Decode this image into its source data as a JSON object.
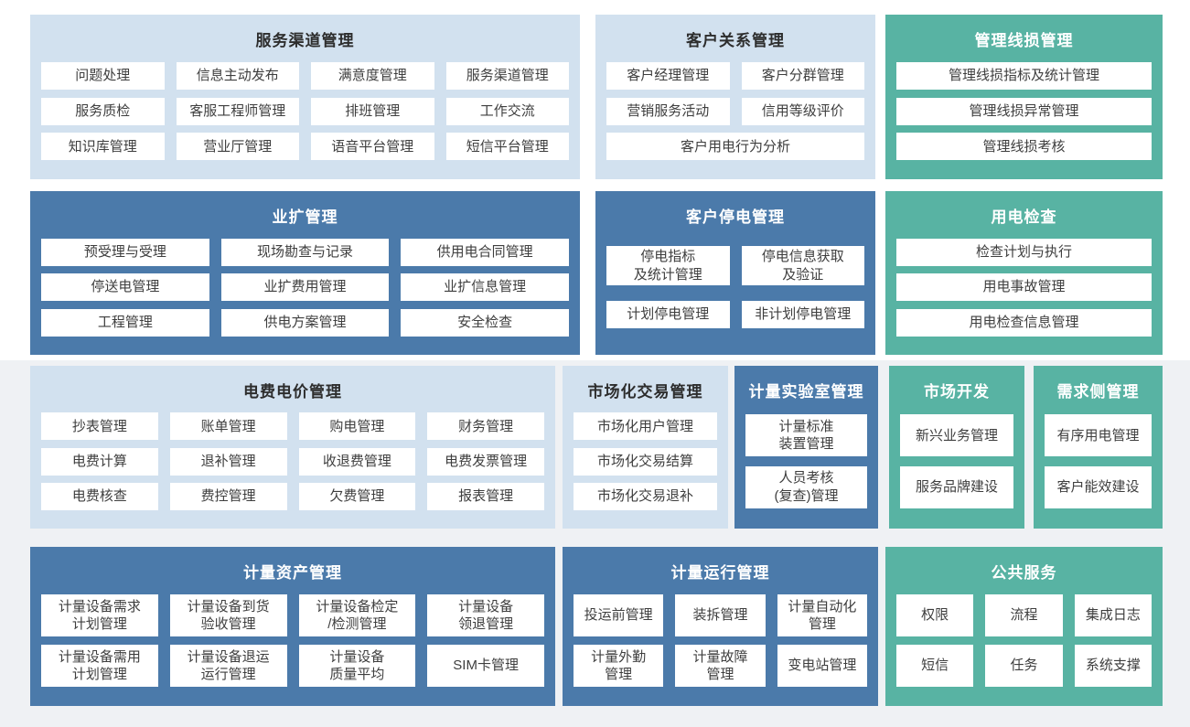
{
  "colors": {
    "light_blue": "#d2e1ef",
    "dark_blue": "#4b7aaa",
    "teal": "#58b3a3",
    "item_bg": "#ffffff",
    "item_text": "#3e3e3e",
    "title_dark_text": "#2d2d2d",
    "title_light_text": "#ffffff",
    "bg_lower": "#eff1f4"
  },
  "sections": [
    {
      "id": "service-channel",
      "title": "服务渠道管理",
      "variant": "light",
      "rows": [
        [
          "问题处理",
          "信息主动发布",
          "满意度管理",
          "服务渠道管理"
        ],
        [
          "服务质检",
          "客服工程师管理",
          "排班管理",
          "工作交流"
        ],
        [
          "知识库管理",
          "营业厅管理",
          "语音平台管理",
          "短信平台管理"
        ]
      ]
    },
    {
      "id": "customer-relationship",
      "title": "客户关系管理",
      "variant": "light",
      "rows": [
        [
          "客户经理管理",
          "客户分群管理"
        ],
        [
          "营销服务活动",
          "信用等级评价"
        ],
        [
          "客户用电行为分析"
        ]
      ]
    },
    {
      "id": "line-loss",
      "title": "管理线损管理",
      "variant": "teal",
      "rows": [
        [
          "管理线损指标及统计管理"
        ],
        [
          "管理线损异常管理"
        ],
        [
          "管理线损考核"
        ]
      ]
    },
    {
      "id": "business-expansion",
      "title": "业扩管理",
      "variant": "dark",
      "rows": [
        [
          "预受理与受理",
          "现场勘查与记录",
          "供用电合同管理"
        ],
        [
          "停送电管理",
          "业扩费用管理",
          "业扩信息管理"
        ],
        [
          "工程管理",
          "供电方案管理",
          "安全检查"
        ]
      ]
    },
    {
      "id": "customer-outage",
      "title": "客户停电管理",
      "variant": "dark",
      "rows": [
        [
          "停电指标\n及统计管理",
          "停电信息获取\n及验证"
        ],
        [
          "计划停电管理",
          "非计划停电管理"
        ]
      ]
    },
    {
      "id": "power-inspection",
      "title": "用电检查",
      "variant": "teal",
      "rows": [
        [
          "检查计划与执行"
        ],
        [
          "用电事故管理"
        ],
        [
          "用电检查信息管理"
        ]
      ]
    },
    {
      "id": "tariff",
      "title": "电费电价管理",
      "variant": "light",
      "rows": [
        [
          "抄表管理",
          "账单管理",
          "购电管理",
          "财务管理"
        ],
        [
          "电费计算",
          "退补管理",
          "收退费管理",
          "电费发票管理"
        ],
        [
          "电费核查",
          "费控管理",
          "欠费管理",
          "报表管理"
        ]
      ]
    },
    {
      "id": "market-trading",
      "title": "市场化交易管理",
      "variant": "light",
      "rows": [
        [
          "市场化用户管理"
        ],
        [
          "市场化交易结算"
        ],
        [
          "市场化交易退补"
        ]
      ]
    },
    {
      "id": "metering-lab",
      "title": "计量实验室管理",
      "variant": "dark",
      "rows": [
        [
          "计量标准\n装置管理"
        ],
        [
          "人员考核\n(复查)管理"
        ]
      ]
    },
    {
      "id": "market-development",
      "title": "市场开发",
      "variant": "teal",
      "rows": [
        [
          "新兴业务管理"
        ],
        [
          "服务品牌建设"
        ]
      ]
    },
    {
      "id": "demand-side",
      "title": "需求侧管理",
      "variant": "teal",
      "rows": [
        [
          "有序用电管理"
        ],
        [
          "客户能效建设"
        ]
      ]
    },
    {
      "id": "metering-assets",
      "title": "计量资产管理",
      "variant": "dark",
      "rows": [
        [
          "计量设备需求\n计划管理",
          "计量设备到货\n验收管理",
          "计量设备检定\n/检测管理",
          "计量设备\n领退管理"
        ],
        [
          "计量设备需用\n计划管理",
          "计量设备退运\n运行管理",
          "计量设备\n质量平均",
          "SIM卡管理"
        ]
      ]
    },
    {
      "id": "metering-operation",
      "title": "计量运行管理",
      "variant": "dark",
      "rows": [
        [
          "投运前管理",
          "装拆管理",
          "计量自动化\n管理"
        ],
        [
          "计量外勤\n管理",
          "计量故障\n管理",
          "变电站管理"
        ]
      ]
    },
    {
      "id": "public-services",
      "title": "公共服务",
      "variant": "teal",
      "rows": [
        [
          "权限",
          "流程",
          "集成日志"
        ],
        [
          "短信",
          "任务",
          "系统支撑"
        ]
      ]
    }
  ]
}
